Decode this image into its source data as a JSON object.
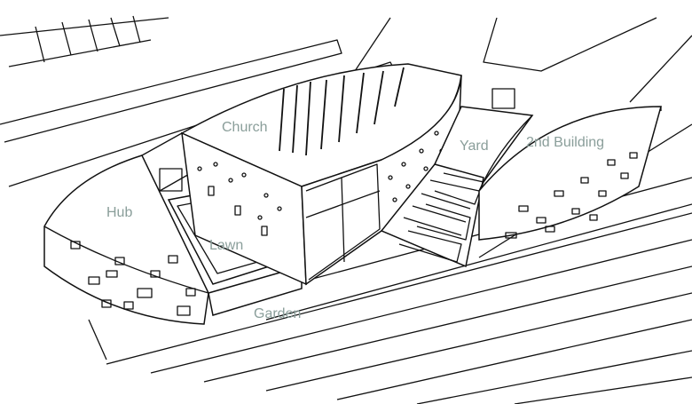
{
  "labels": {
    "church": "Church",
    "yard": "Yard",
    "second_building": "2nd Building",
    "hub": "Hub",
    "lawn": "Lawn",
    "garden": "Garden"
  },
  "colors": {
    "label": "#8a9e9a",
    "line": "#111111"
  }
}
